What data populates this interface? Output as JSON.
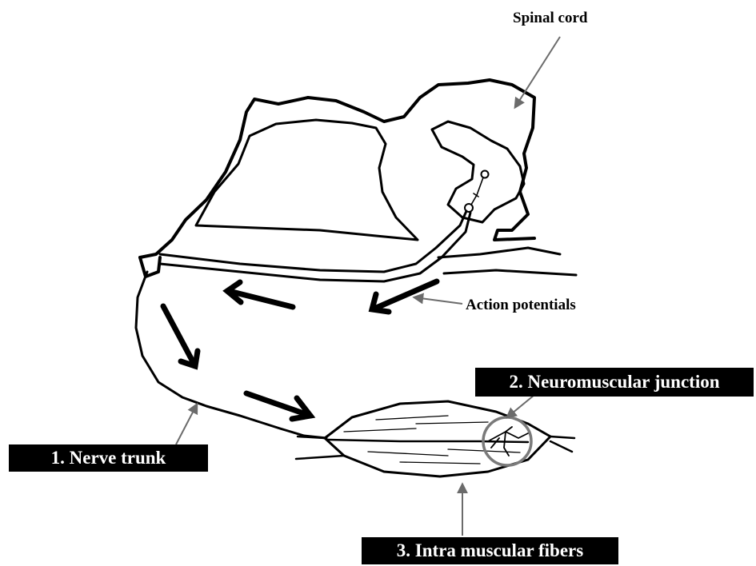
{
  "labels": {
    "spinal_cord": "Spinal cord",
    "action_potentials": "Action potentials",
    "neuromuscular_junction": "2. Neuromuscular junction",
    "nerve_trunk": "1. Nerve trunk",
    "intra_muscular_fibers": "3. Intra muscular fibers"
  },
  "colors": {
    "ink": "#000000",
    "pointer": "#6b6b6b",
    "label_box": "#000000",
    "label_box_text": "#ffffff",
    "junction_circle": "#7a7a7a"
  }
}
